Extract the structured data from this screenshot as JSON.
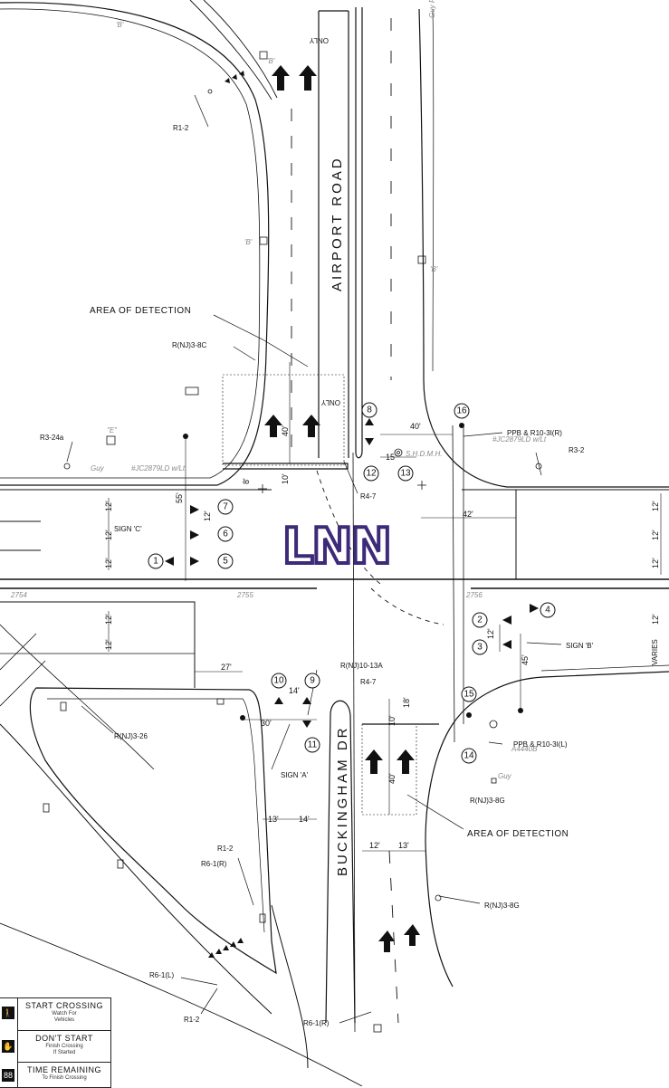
{
  "roads": {
    "airport": "AIRPORT ROAD",
    "buckingham": "BUCKINGHAM DR"
  },
  "logo": "LNN",
  "labels": {
    "area_detection_top": "AREA OF DETECTION",
    "area_detection_bottom": "AREA OF DETECTION",
    "r1_2_top": "R1-2",
    "r_nj_3_8c": "R(NJ)3-8C",
    "r3_24a": "R3-24a",
    "r4_7_top": "R4-7",
    "ppb_r": "PPB & R10-3I(R)",
    "r3_2": "R3-2",
    "sign_c": "SIGN 'C'",
    "sign_b": "SIGN 'B'",
    "sign_a": "SIGN 'A'",
    "r_nj_10_13a": "R(NJ)10-13A",
    "r4_7_bottom": "R4-7",
    "r_nj_3_26": "R(NJ)3-26",
    "ppb_l": "PPB & R10-3I(L)",
    "r_nj_3_8g_a": "R(NJ)3-8G",
    "r_nj_3_8g_b": "R(NJ)3-8G",
    "r1_2_mid": "R1-2",
    "r6_1r_mid": "R6-1(R)",
    "r6_1l": "R6-1(L)",
    "r1_2_bottom": "R1-2",
    "r6_1r_bottom": "R6-1(R)",
    "only_top": "ONLY",
    "only_mid": "ONLY",
    "varies": "VARIES",
    "shdmh": "S.H.D.M.H.",
    "guy_top": "Guy PC",
    "jc2879": "#JC2879LD w/Lt",
    "jc_right": "#JC2879LD w/Lt",
    "a4440": "A4440B",
    "guy1": "Guy",
    "guy2": "Guy",
    "e_mark": "\"E\"",
    "b_mark1": "'B'",
    "b_mark2": "'B'",
    "b_mark3": "'B'",
    "b_mark4": "'B'",
    "sta_2754": "2754",
    "sta_2755": "2755",
    "sta_2756": "2756"
  },
  "dimensions": {
    "d40_left": "40'",
    "d10_left": "10'",
    "d8": "8'",
    "d55": "55'",
    "d12_a": "12'",
    "d12_b": "12'",
    "d12_c": "12'",
    "d12_d": "12'",
    "d12_e": "12'",
    "d12_r1": "12'",
    "d12_r2": "12'",
    "d12_r3": "12'",
    "d12_r4": "12'",
    "d40_top": "40'",
    "d15": "15'",
    "d42": "42'",
    "d12_sign": "12'",
    "d12_sign_b": "12'",
    "d45": "45'",
    "d27": "27'",
    "d14_a": "14'",
    "d30": "30'",
    "d18": "18'",
    "d10_b": "10'",
    "d40_b": "40'",
    "d13_a": "13'",
    "d14_b": "14'",
    "d12_bot": "12'",
    "d13_b": "13'"
  },
  "signal_heads": [
    "1",
    "2",
    "3",
    "4",
    "5",
    "6",
    "7",
    "8",
    "9",
    "10",
    "11",
    "12",
    "13",
    "14",
    "15",
    "16"
  ],
  "legend": {
    "start_title": "START CROSSING",
    "start_sub1": "Watch For",
    "start_sub2": "Vehicles",
    "dont_title": "DON'T START",
    "dont_sub1": "Finish Crossing",
    "dont_sub2": "If Started",
    "time_title": "TIME REMAINING",
    "time_sub": "To Finish Crossing",
    "icon_walk": "walk-icon",
    "icon_hand": "hand-icon",
    "icon_countdown": "countdown-icon"
  },
  "colors": {
    "logo": "#3d2a78",
    "line": "#111111",
    "faint": "#9a9a9a"
  }
}
